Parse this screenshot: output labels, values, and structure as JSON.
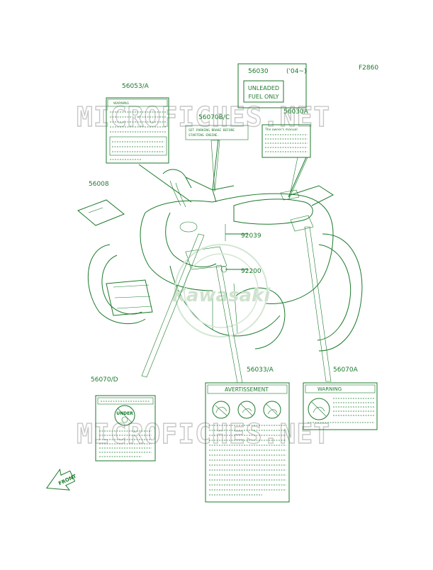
{
  "figure_code": "F2860",
  "watermark": "MICROFICHES.NET",
  "brand_emblem": "Kawasaki",
  "front_arrow": "FRONT",
  "labels": {
    "p56053": "56053/A",
    "p56030": "56030",
    "p56030_year": "('04~)",
    "p56070bc": "56070B/C",
    "p56030a": "56030A",
    "p56008": "56008",
    "p92039": "92039",
    "p92200": "92200",
    "p56070d": "56070/D",
    "p56033": "56033/A",
    "p56070a": "56070A"
  },
  "decals": {
    "warning_title": "WARNING",
    "fuel_line1": "UNLEADED",
    "fuel_line2": "FUEL ONLY",
    "brake_line1": "SET PARKING BRAKE BEFORE",
    "brake_line2": "STARTING ENGINE.",
    "owners_manual": "The owner's manual",
    "under_word": "UNDER",
    "avertissement_title": "AVERTISSEMENT",
    "warning_a_title": "WARNING"
  },
  "colors": {
    "line": "#1a7a2a",
    "watermark": "#c8c8c8"
  }
}
